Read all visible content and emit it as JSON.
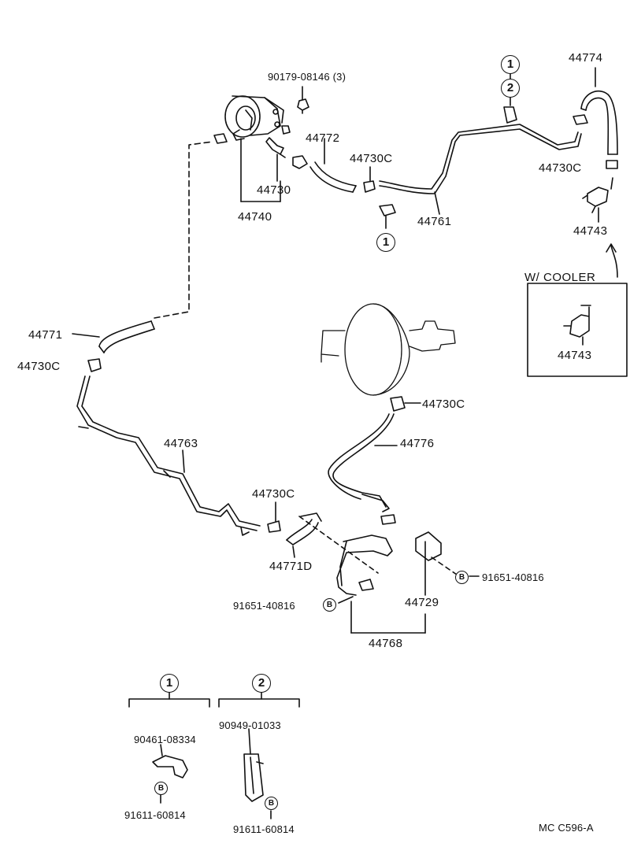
{
  "diagram": {
    "labels": {
      "clip_screw": "90179-08146 (3)",
      "l44774": "44774",
      "l44772": "44772",
      "l44730c_top": "44730C",
      "l44730c_right": "44730C",
      "l44730": "44730",
      "l44740": "44740",
      "l44761": "44761",
      "l44743_top": "44743",
      "cooler": "W/ COOLER",
      "l44743_box": "44743",
      "l44771": "44771",
      "l44730c_left": "44730C",
      "l44730c_mid": "44730C",
      "l44776": "44776",
      "l44763": "44763",
      "l44730c_low": "44730C",
      "l44771d": "44771D",
      "bolt_right": "91651-40816",
      "bolt_left": "91651-40816",
      "l44729": "44729",
      "l44768": "44768",
      "set1_clamp": "90461-08334",
      "set1_bolt": "91611-60814",
      "set2_clamp": "90949-01033",
      "set2_bolt": "91611-60814",
      "footer_code": "MC C596-A"
    },
    "callouts": {
      "one": "1",
      "two": "2",
      "bolt": "B"
    }
  }
}
